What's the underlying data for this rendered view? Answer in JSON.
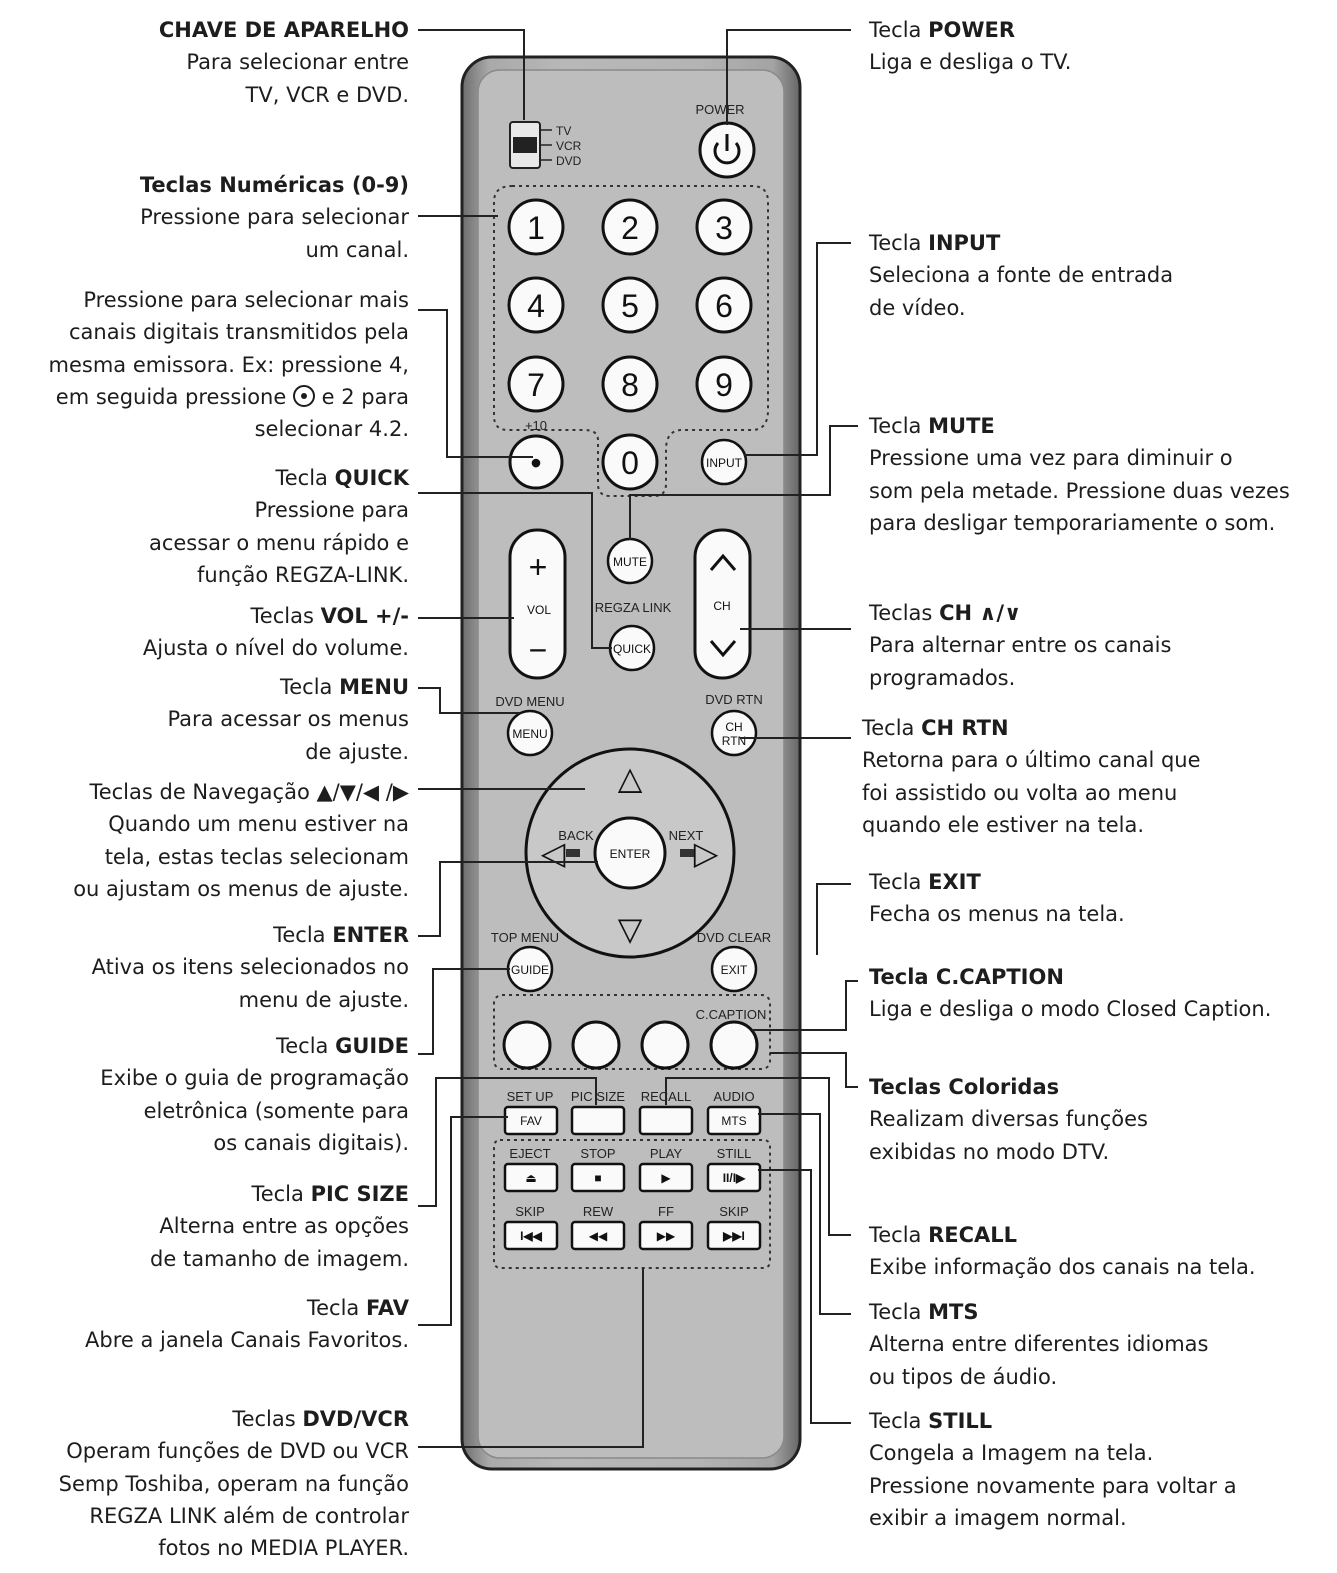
{
  "remote": {
    "selector_labels": [
      "TV",
      "VCR",
      "DVD"
    ],
    "power_label": "POWER",
    "digits": [
      "1",
      "2",
      "3",
      "4",
      "5",
      "6",
      "7",
      "8",
      "9",
      "0"
    ],
    "plus10_label": "+10",
    "dot_label": "•",
    "input_label": "INPUT",
    "mute_label": "MUTE",
    "vol_plus": "+",
    "vol_label": "VOL",
    "vol_minus": "−",
    "regza_link_label": "REGZA LINK",
    "quick_label": "QUICK",
    "ch_up": "^",
    "ch_label": "CH",
    "ch_down": "v",
    "dvd_menu_label": "DVD MENU",
    "menu_label": "MENU",
    "dvd_rtn_label": "DVD RTN",
    "ch_rtn_label_line1": "CH",
    "ch_rtn_label_line2": "RTN",
    "nav_up": "△",
    "nav_down": "▽",
    "nav_left": "◁",
    "nav_right": "▷",
    "back_label": "BACK",
    "next_label": "NEXT",
    "enter_label": "ENTER",
    "top_menu_label": "TOP MENU",
    "guide_label": "GUIDE",
    "dvd_clear_label": "DVD CLEAR",
    "exit_label": "EXIT",
    "ccaption_label": "C.CAPTION",
    "setup_label": "SET UP",
    "fav_label": "FAV",
    "picsize_label": "PIC SIZE",
    "recall_label": "RECALL",
    "audio_label": "AUDIO",
    "mts_label": "MTS",
    "eject_label": "EJECT",
    "stop_label": "STOP",
    "play_label": "PLAY",
    "still_label": "STILL",
    "skip_back_label": "SKIP",
    "rew_label": "REW",
    "ff_label": "FF",
    "skip_fwd_label": "SKIP",
    "eject_sym": "⏏",
    "stop_sym": "■",
    "play_sym": "▶",
    "still_sym": "II/I▶",
    "skipb_sym": "I◀◀",
    "rew_sym": "◀◀",
    "ff_sym": "▶▶",
    "skipf_sym": "▶▶I"
  },
  "callouts": {
    "chave_title": "CHAVE DE APARELHO",
    "chave_l1": "Para selecionar entre",
    "chave_l2": "TV, VCR e DVD.",
    "numericas_title": "Teclas Numéricas (0-9)",
    "numericas_l1": "Pressione para selecionar",
    "numericas_l2": "um canal.",
    "ponto_l1": "Pressione para selecionar mais",
    "ponto_l2": "canais digitais transmitidos pela",
    "ponto_l3": "mesma emissora. Ex: pressione 4,",
    "ponto_l4a": "em seguida pressione",
    "ponto_l4b": "e 2 para",
    "ponto_l5": "selecionar 4.2.",
    "quick_prefix": "Tecla",
    "quick_name": "QUICK",
    "quick_l1": "Pressione para",
    "quick_l2": "acessar o menu rápido e",
    "quick_l3": "função REGZA-LINK.",
    "vol_prefix": "Teclas",
    "vol_name": "VOL +/-",
    "vol_l1": "Ajusta o nível do volume.",
    "menu_prefix": "Tecla",
    "menu_name": "MENU",
    "menu_l1": "Para acessar os menus",
    "menu_l2": "de  ajuste.",
    "nav_title": "Teclas de Navegação ▲/▼/◀ /▶",
    "nav_l1": "Quando um menu estiver na",
    "nav_l2": "tela, estas teclas selecionam",
    "nav_l3": "ou ajustam os menus de ajuste.",
    "enter_prefix": "Tecla",
    "enter_name": "ENTER",
    "enter_l1": "Ativa os itens selecionados no",
    "enter_l2": "menu de  ajuste.",
    "guide_prefix": "Tecla",
    "guide_name": "GUIDE",
    "guide_l1": "Exibe o guia de programação",
    "guide_l2": "eletrônica (somente para",
    "guide_l3": "os canais digitais).",
    "picsize_prefix": "Tecla",
    "picsize_name": "PIC SIZE",
    "picsize_l1": "Alterna entre as opções",
    "picsize_l2": "de tamanho de imagem.",
    "fav_prefix": "Tecla",
    "fav_name": "FAV",
    "fav_l1": "Abre a janela Canais Favoritos.",
    "dvd_prefix": "Teclas",
    "dvd_name": "DVD/VCR",
    "dvd_l1": "Operam funções de DVD ou VCR",
    "dvd_l2": "Semp Toshiba, operam na função",
    "dvd_l3": "REGZA LINK além de controlar",
    "dvd_l4": "fotos no MEDIA PLAYER.",
    "power_prefix": "Tecla",
    "power_name": "POWER",
    "power_l1": "Liga e desliga o TV.",
    "input_prefix": "Tecla",
    "input_name": "INPUT",
    "input_l1": "Seleciona a fonte de entrada",
    "input_l2": "de vídeo.",
    "mute_prefix": "Tecla",
    "mute_name": "MUTE",
    "mute_l1": "Pressione uma vez para diminuir o",
    "mute_l2": "som pela metade. Pressione duas vezes",
    "mute_l3": "para desligar temporariamente o som.",
    "ch_prefix": "Teclas",
    "ch_name": "CH ∧/∨",
    "ch_l1": "Para alternar entre os canais",
    "ch_l2": "programados.",
    "chrtn_prefix": "Tecla",
    "chrtn_name": "CH RTN",
    "chrtn_l1": "Retorna para o último  canal que",
    "chrtn_l2": "foi assistido ou volta ao menu",
    "chrtn_l3": "quando ele estiver na tela.",
    "exit_prefix": "Tecla",
    "exit_name": "EXIT",
    "exit_l1": "Fecha os menus na tela.",
    "cc_title": "Tecla C.CAPTION",
    "cc_l1": "Liga e desliga o modo Closed Caption.",
    "cores_title": "Teclas Coloridas",
    "cores_l1": "Realizam diversas funções",
    "cores_l2": "exibidas no modo DTV.",
    "recall_prefix": "Tecla",
    "recall_name": "RECALL",
    "recall_l1": "Exibe informação dos canais na tela.",
    "mts_prefix": "Tecla",
    "mts_name": "MTS",
    "mts_l1": "Alterna entre diferentes idiomas",
    "mts_l2": "ou tipos de áudio.",
    "still_prefix": "Tecla",
    "still_name": "STILL",
    "still_l1": "Congela a Imagem na tela.",
    "still_l2": "Pressione novamente para voltar a",
    "still_l3": "exibir a imagem normal."
  }
}
